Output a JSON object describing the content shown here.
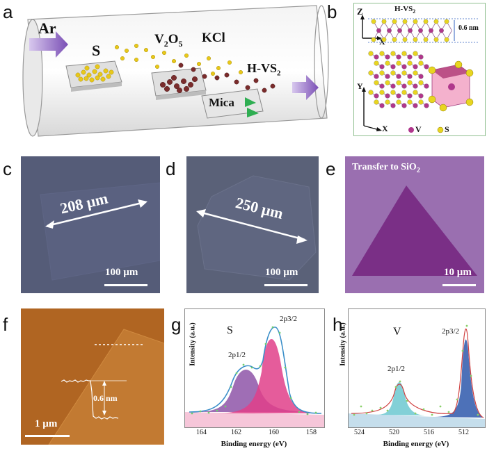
{
  "panels": {
    "a": {
      "label": "a",
      "gas": "Ar",
      "sulfur": "S",
      "precursor_v": "V",
      "precursor_v_sub": "2",
      "precursor_o": "O",
      "precursor_o_sub": "5",
      "salt": "KCl",
      "product": "H-VS",
      "product_sub": "2",
      "substrate": "Mica"
    },
    "b": {
      "label": "b",
      "title": "H-VS",
      "title_sub": "2",
      "thickness": "0.6 nm",
      "axis_z": "Z",
      "axis_x_top": "X",
      "axis_y": "Y",
      "axis_x_bottom": "X",
      "legend_v": "V",
      "legend_s": "S",
      "color_v": "#b0378c",
      "color_s": "#e8d520"
    },
    "c": {
      "label": "c",
      "size": "208 µm",
      "scale": "100 µm"
    },
    "d": {
      "label": "d",
      "size": "250 µm",
      "scale": "100 µm"
    },
    "e": {
      "label": "e",
      "caption": "Transfer to SiO",
      "caption_sub": "2",
      "scale": "10 µm"
    },
    "f": {
      "label": "f",
      "step": "0.6 nm",
      "scale": "1 µm"
    },
    "g": {
      "label": "g",
      "element": "S",
      "peak1": "2p1/2",
      "peak2": "2p3/2",
      "ylabel": "Intensity (a.u.)",
      "xlabel": "Binding energy (eV)",
      "ticks": [
        "164",
        "162",
        "160",
        "158"
      ]
    },
    "h": {
      "label": "h",
      "element": "V",
      "peak1": "2p1/2",
      "peak2": "2p3/2",
      "ylabel": "Intensity (a.u.)",
      "xlabel": "Binding energy (eV)",
      "ticks": [
        "524",
        "520",
        "516",
        "512"
      ]
    }
  }
}
